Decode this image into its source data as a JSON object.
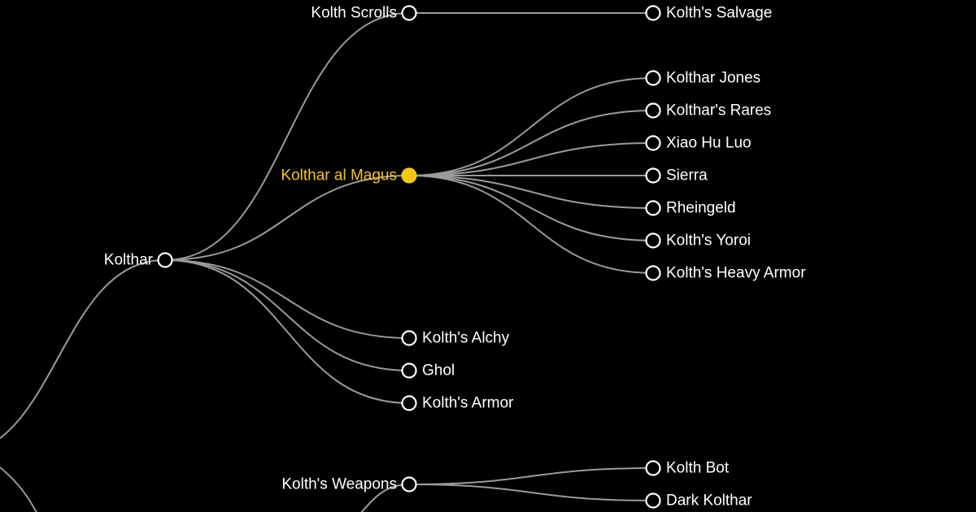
{
  "colors": {
    "background": "#000000",
    "link": "#9a9a9a",
    "node_stroke": "#ffffff",
    "node_fill": "#000000",
    "label": "#ffffff",
    "selected": "#f5c518"
  },
  "tree": {
    "root_label": "",
    "selected_node": "Kolthar al Magus",
    "nodes": [
      {
        "id": "kolthar",
        "label": "Kolthar",
        "parent": "root",
        "label_side": "left"
      },
      {
        "id": "kolth-scrolls",
        "label": "Kolth Scrolls",
        "parent": "kolthar",
        "label_side": "left"
      },
      {
        "id": "kolths-salvage",
        "label": "Kolth's Salvage",
        "parent": "kolth-scrolls",
        "label_side": "right"
      },
      {
        "id": "kolthar-al-magus",
        "label": "Kolthar al Magus",
        "parent": "kolthar",
        "label_side": "left",
        "selected": true
      },
      {
        "id": "kolthar-jones",
        "label": "Kolthar Jones",
        "parent": "kolthar-al-magus",
        "label_side": "right"
      },
      {
        "id": "kolthars-rares",
        "label": "Kolthar's Rares",
        "parent": "kolthar-al-magus",
        "label_side": "right"
      },
      {
        "id": "xiao-hu-luo",
        "label": "Xiao Hu Luo",
        "parent": "kolthar-al-magus",
        "label_side": "right"
      },
      {
        "id": "sierra",
        "label": "Sierra",
        "parent": "kolthar-al-magus",
        "label_side": "right"
      },
      {
        "id": "rheingeld",
        "label": "Rheingeld",
        "parent": "kolthar-al-magus",
        "label_side": "right"
      },
      {
        "id": "kolths-yoroi",
        "label": "Kolth's Yoroi",
        "parent": "kolthar-al-magus",
        "label_side": "right"
      },
      {
        "id": "kolths-heavy-armor",
        "label": "Kolth's Heavy Armor",
        "parent": "kolthar-al-magus",
        "label_side": "right"
      },
      {
        "id": "kolths-alchy",
        "label": "Kolth's Alchy",
        "parent": "kolthar",
        "label_side": "right"
      },
      {
        "id": "ghol",
        "label": "Ghol",
        "parent": "kolthar",
        "label_side": "right"
      },
      {
        "id": "kolths-armor",
        "label": "Kolth's Armor",
        "parent": "kolthar",
        "label_side": "right"
      },
      {
        "id": "kolths-weapons",
        "label": "Kolth's Weapons",
        "parent": "offscreen-lower",
        "label_side": "left"
      },
      {
        "id": "kolth-bot",
        "label": "Kolth Bot",
        "parent": "kolths-weapons",
        "label_side": "right"
      },
      {
        "id": "dark-kolthar",
        "label": "Dark Kolthar",
        "parent": "kolths-weapons",
        "label_side": "right"
      }
    ]
  }
}
